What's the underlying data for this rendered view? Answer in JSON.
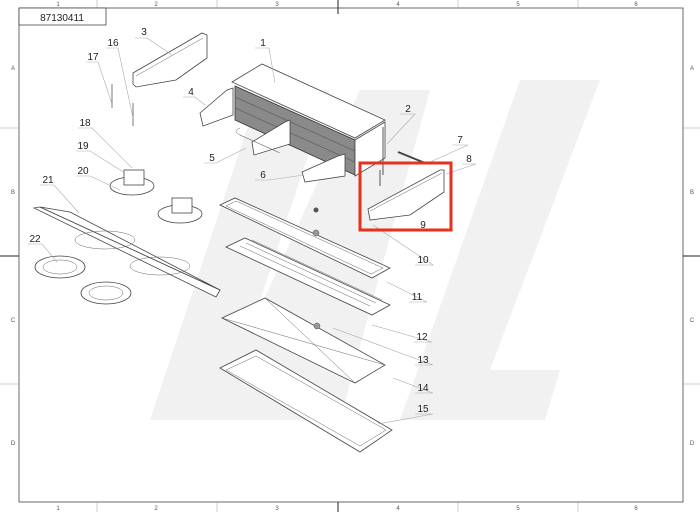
{
  "drawing": {
    "part_number": "87130411",
    "column_refs": [
      "1",
      "2",
      "3",
      "4",
      "5",
      "6"
    ],
    "row_refs": [
      "A",
      "B",
      "C",
      "D"
    ],
    "callouts": [
      "1",
      "2",
      "3",
      "4",
      "5",
      "6",
      "7",
      "8",
      "9",
      "10",
      "11",
      "12",
      "13",
      "14",
      "15",
      "16",
      "17",
      "18",
      "19",
      "20",
      "21",
      "22"
    ],
    "highlight": {
      "callout": "9",
      "color": "#e8301c"
    }
  }
}
